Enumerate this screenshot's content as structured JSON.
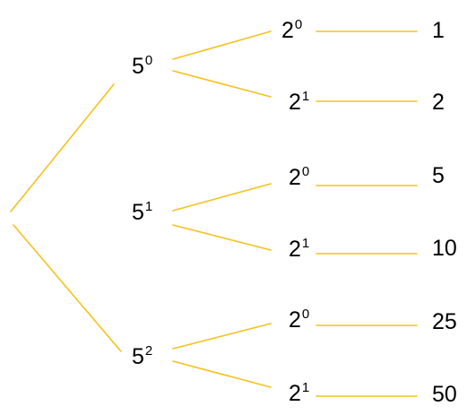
{
  "colors": {
    "branch_line": "#F5C21B",
    "text": "#000000"
  },
  "level1": [
    {
      "base": "5",
      "exp": "0"
    },
    {
      "base": "5",
      "exp": "1"
    },
    {
      "base": "5",
      "exp": "2"
    }
  ],
  "level2": [
    {
      "base": "2",
      "exp": "0"
    },
    {
      "base": "2",
      "exp": "1"
    },
    {
      "base": "2",
      "exp": "0"
    },
    {
      "base": "2",
      "exp": "1"
    },
    {
      "base": "2",
      "exp": "0"
    },
    {
      "base": "2",
      "exp": "1"
    }
  ],
  "results": [
    "1",
    "2",
    "5",
    "10",
    "25",
    "50"
  ]
}
